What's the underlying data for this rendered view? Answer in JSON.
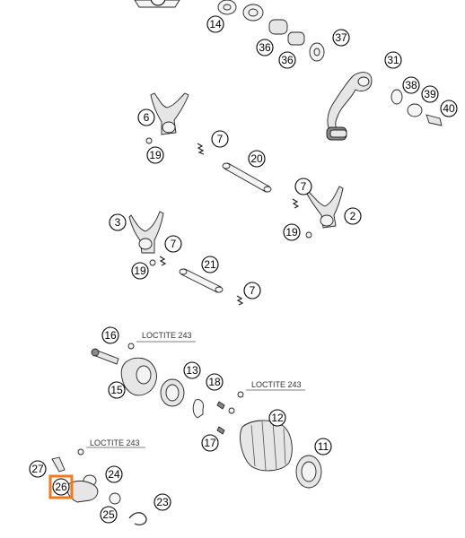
{
  "callouts": [
    "14",
    "36",
    "36",
    "37",
    "31",
    "38",
    "39",
    "40",
    "6",
    "7",
    "19",
    "20",
    "7",
    "2",
    "19",
    "3",
    "7",
    "19",
    "21",
    "7",
    "16",
    "13",
    "15",
    "18",
    "17",
    "12",
    "11",
    "27",
    "24",
    "26",
    "25",
    "23"
  ],
  "loctite": [
    "LOCTITE 243",
    "LOCTITE 243",
    "LOCTITE 243"
  ],
  "highlight": {
    "callout": "26",
    "color": "#f07a1a"
  }
}
